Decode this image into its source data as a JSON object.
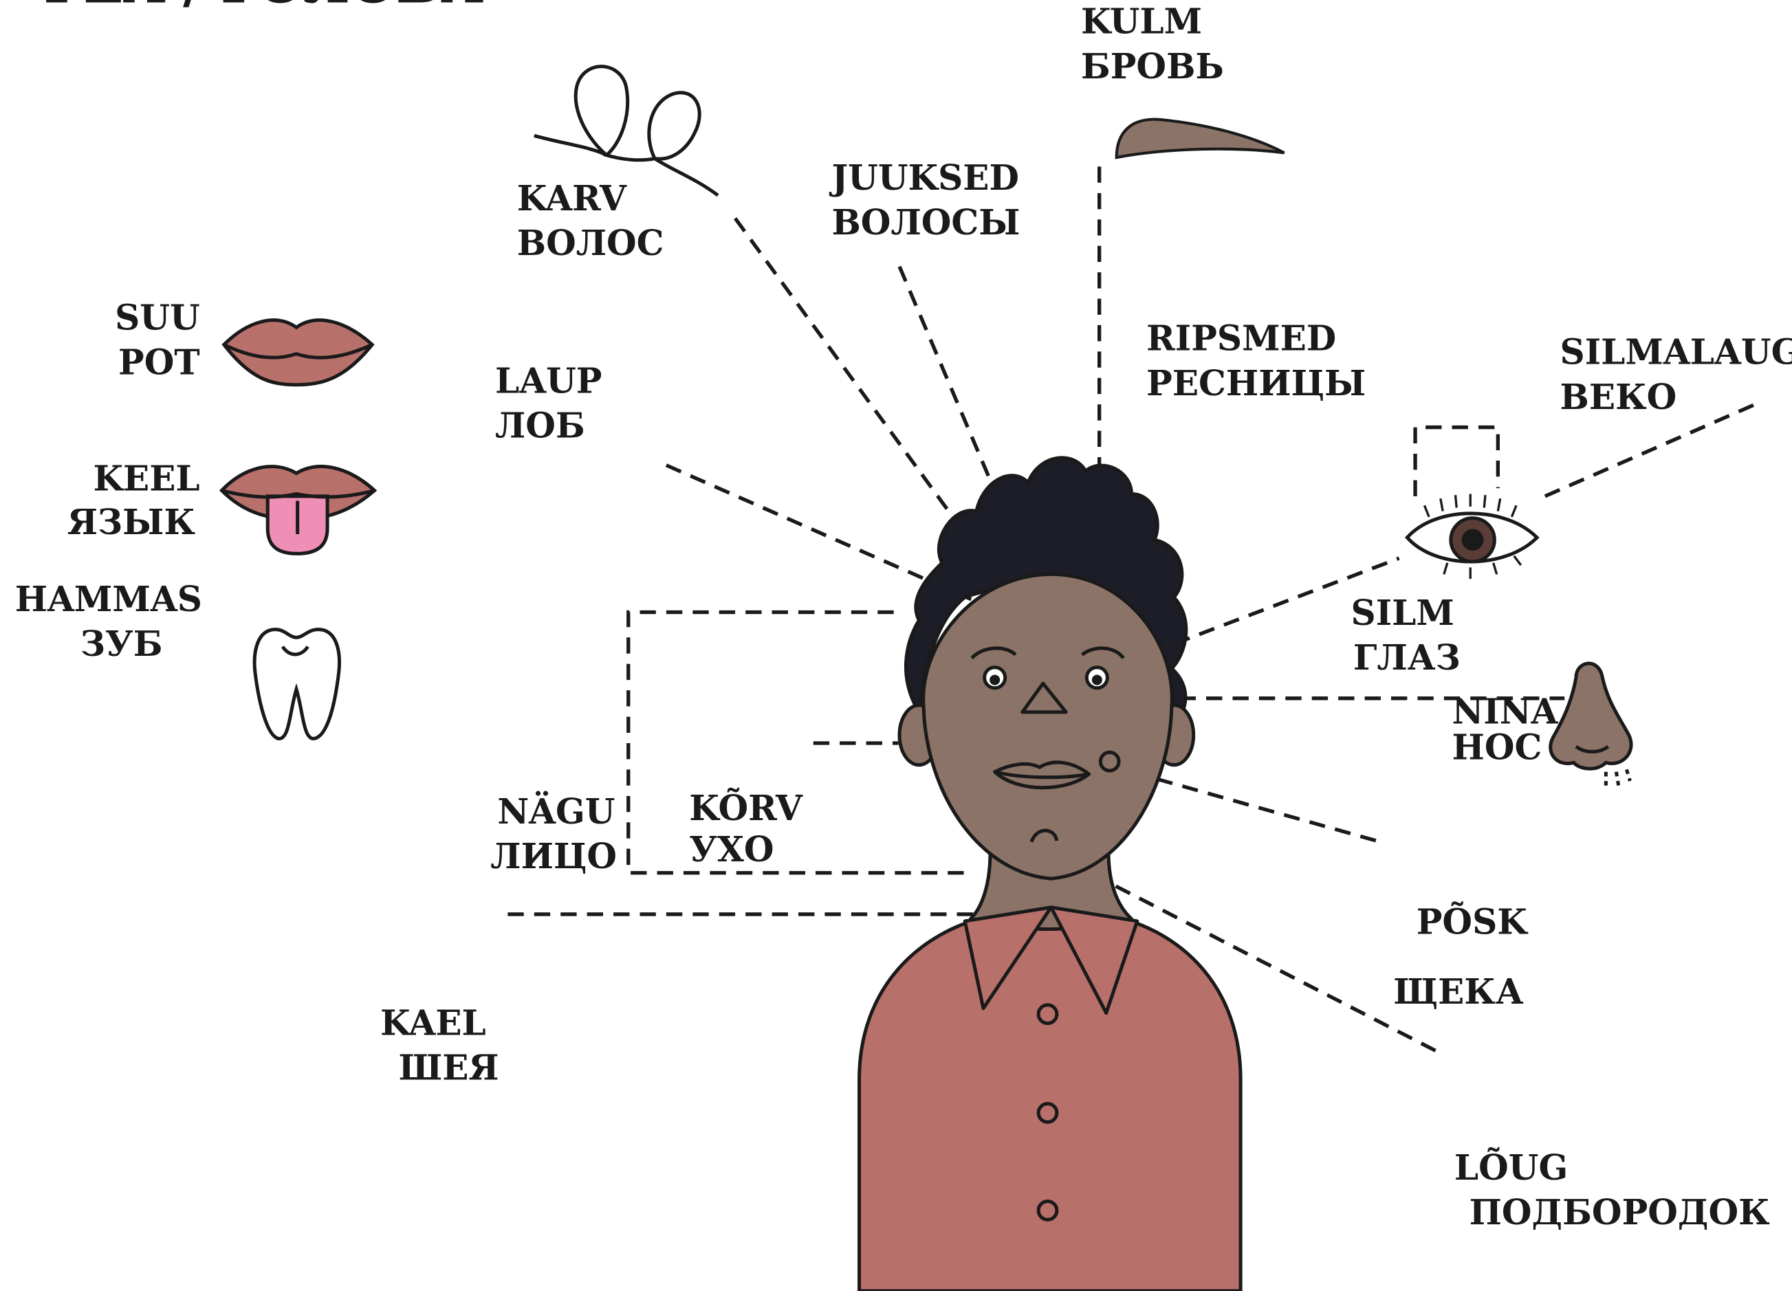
{
  "title": "PEA / ГОЛОВА",
  "labels": {
    "kulm": {
      "et": "KULM",
      "ru": "БРОВЬ"
    },
    "karv": {
      "et": "KARV",
      "ru": "ВОЛОС"
    },
    "juuksed": {
      "et": "JUUKSED",
      "ru": "ВОЛОСЫ"
    },
    "suu": {
      "et": "SUU",
      "ru": "РОТ"
    },
    "ripsmed": {
      "et": "RIPSMED",
      "ru": "РЕСНИЦЫ"
    },
    "silmalaug": {
      "et": "SILMALAUG",
      "ru": "ВЕКО"
    },
    "laup": {
      "et": "LAUP",
      "ru": "ЛОБ"
    },
    "keel": {
      "et": "KEEL",
      "ru": "ЯЗЫК"
    },
    "hammas": {
      "et": "HAMMAS",
      "ru": "ЗУБ"
    },
    "silm": {
      "et": "SILM",
      "ru": "ГЛАЗ"
    },
    "nina": {
      "et": "NINA",
      "ru": "НОС"
    },
    "nagu": {
      "et": "NÄGU",
      "ru": "ЛИЦО"
    },
    "korv": {
      "et": "KÕRV",
      "ru": "УХО"
    },
    "posk": {
      "et": "PÕSK",
      "ru": "ЩЕКА"
    },
    "kael": {
      "et": "KAEL",
      "ru": "ШЕЯ"
    },
    "loug": {
      "et": "LÕUG",
      "ru": "ПОДБОРОДОК"
    }
  },
  "colors": {
    "skin": "#8b7367",
    "hair": "#1c1d27",
    "shirt": "#b8706b",
    "lips": "#b8706b",
    "tongue": "#f08fb5",
    "eyebrow": "#8b7367",
    "outline": "#1a1a1a"
  },
  "icons": [
    "hair-strand-icon",
    "eyebrow-icon",
    "lips-icon",
    "tongue-icon",
    "tooth-icon",
    "eye-icon",
    "nose-icon"
  ]
}
